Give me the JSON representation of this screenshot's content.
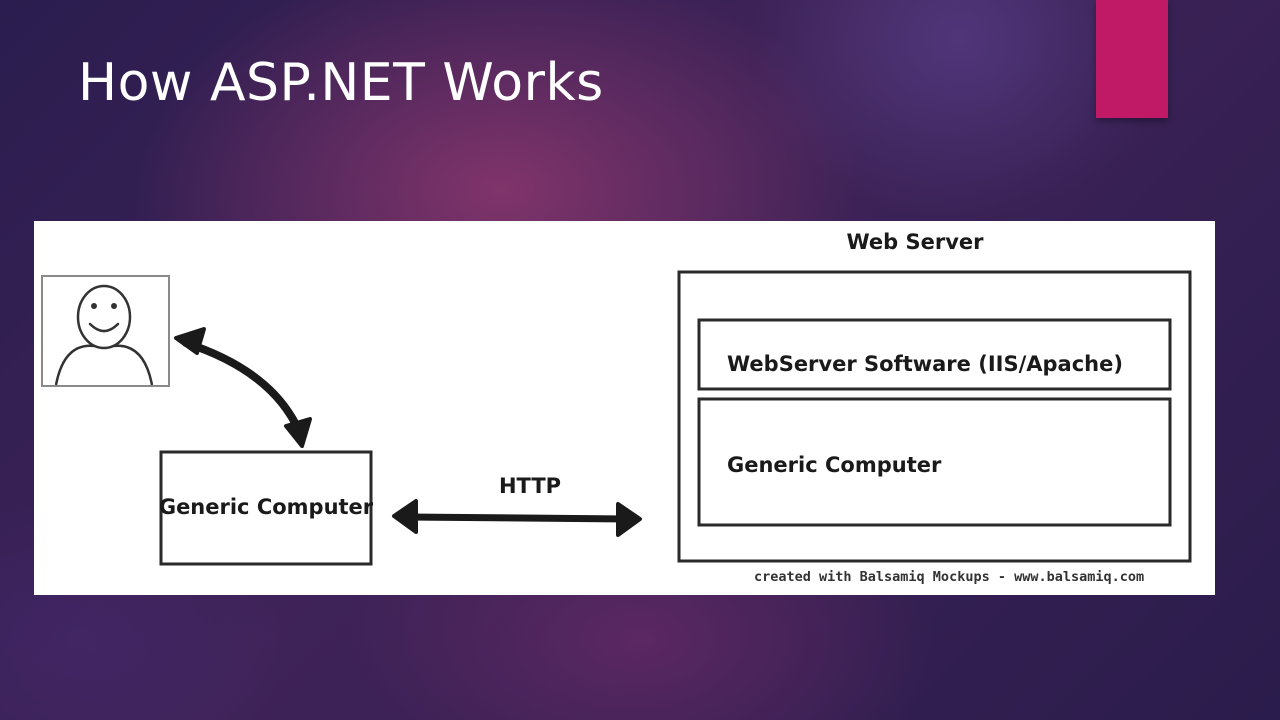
{
  "slide": {
    "title": "How ASP.NET Works",
    "accent_color": "#c01a66"
  },
  "diagram": {
    "client_computer_label": "Generic Computer",
    "protocol_label": "HTTP",
    "server_title": "Web Server",
    "server_software_label": "WebServer Software (IIS/Apache)",
    "server_computer_label": "Generic Computer",
    "credit": "created with Balsamiq Mockups - www.balsamiq.com",
    "user_icon": "user-avatar-icon"
  }
}
